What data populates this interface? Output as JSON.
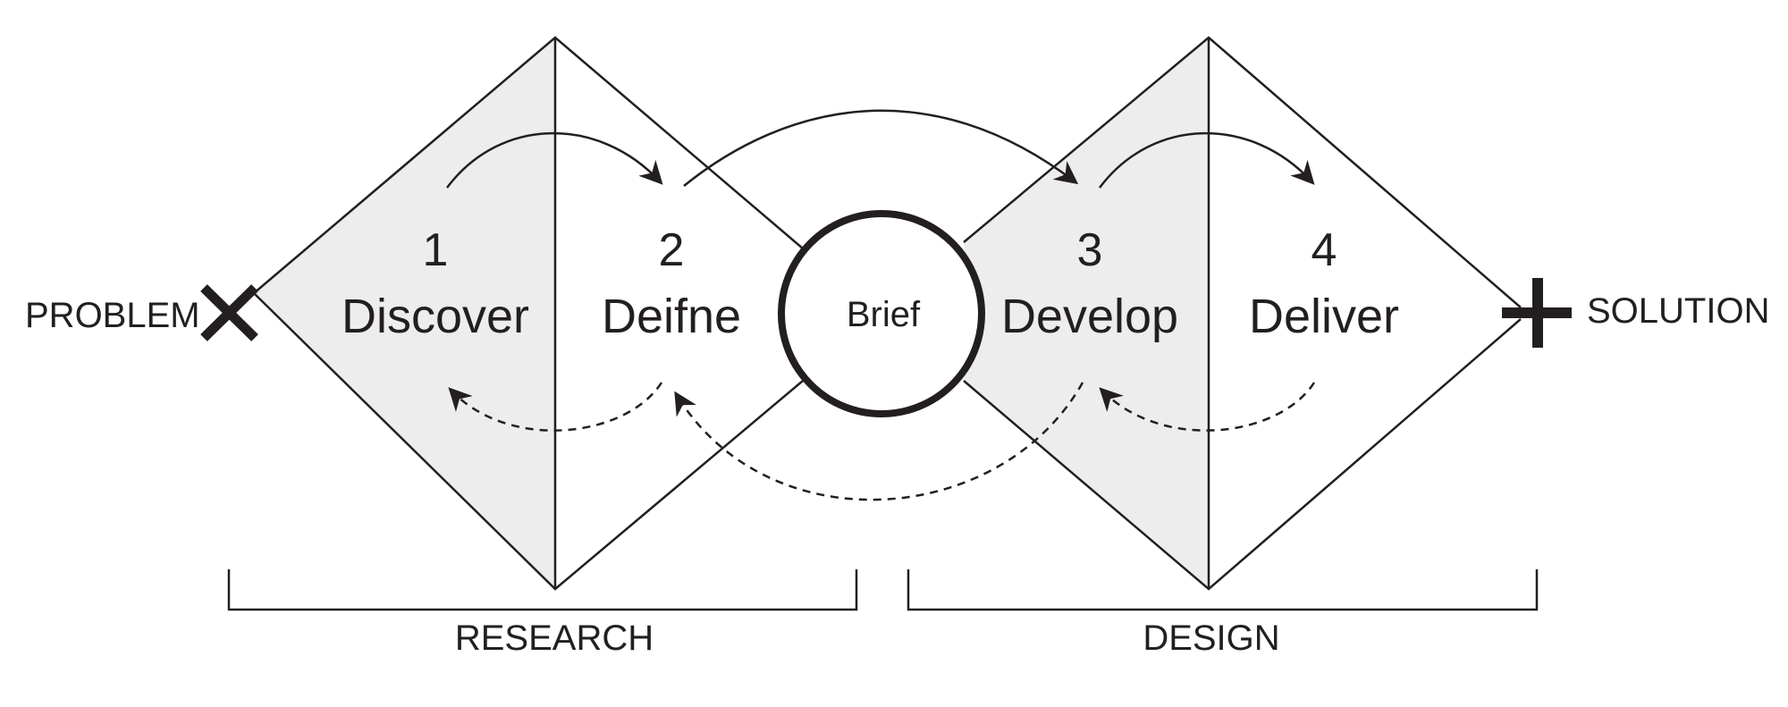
{
  "phases": [
    {
      "number": "1",
      "label": "Discover"
    },
    {
      "number": "2",
      "label": "Deifne"
    },
    {
      "number": "3",
      "label": "Develop"
    },
    {
      "number": "4",
      "label": "Deliver"
    }
  ],
  "center": {
    "label": "Brief"
  },
  "start": {
    "label": "PROBLEM"
  },
  "end": {
    "label": "SOLUTION"
  },
  "groups": [
    {
      "label": "RESEARCH"
    },
    {
      "label": "DESIGN"
    }
  ],
  "colors": {
    "ink": "#231f20",
    "shade": "#ededed",
    "background": "#ffffff"
  }
}
